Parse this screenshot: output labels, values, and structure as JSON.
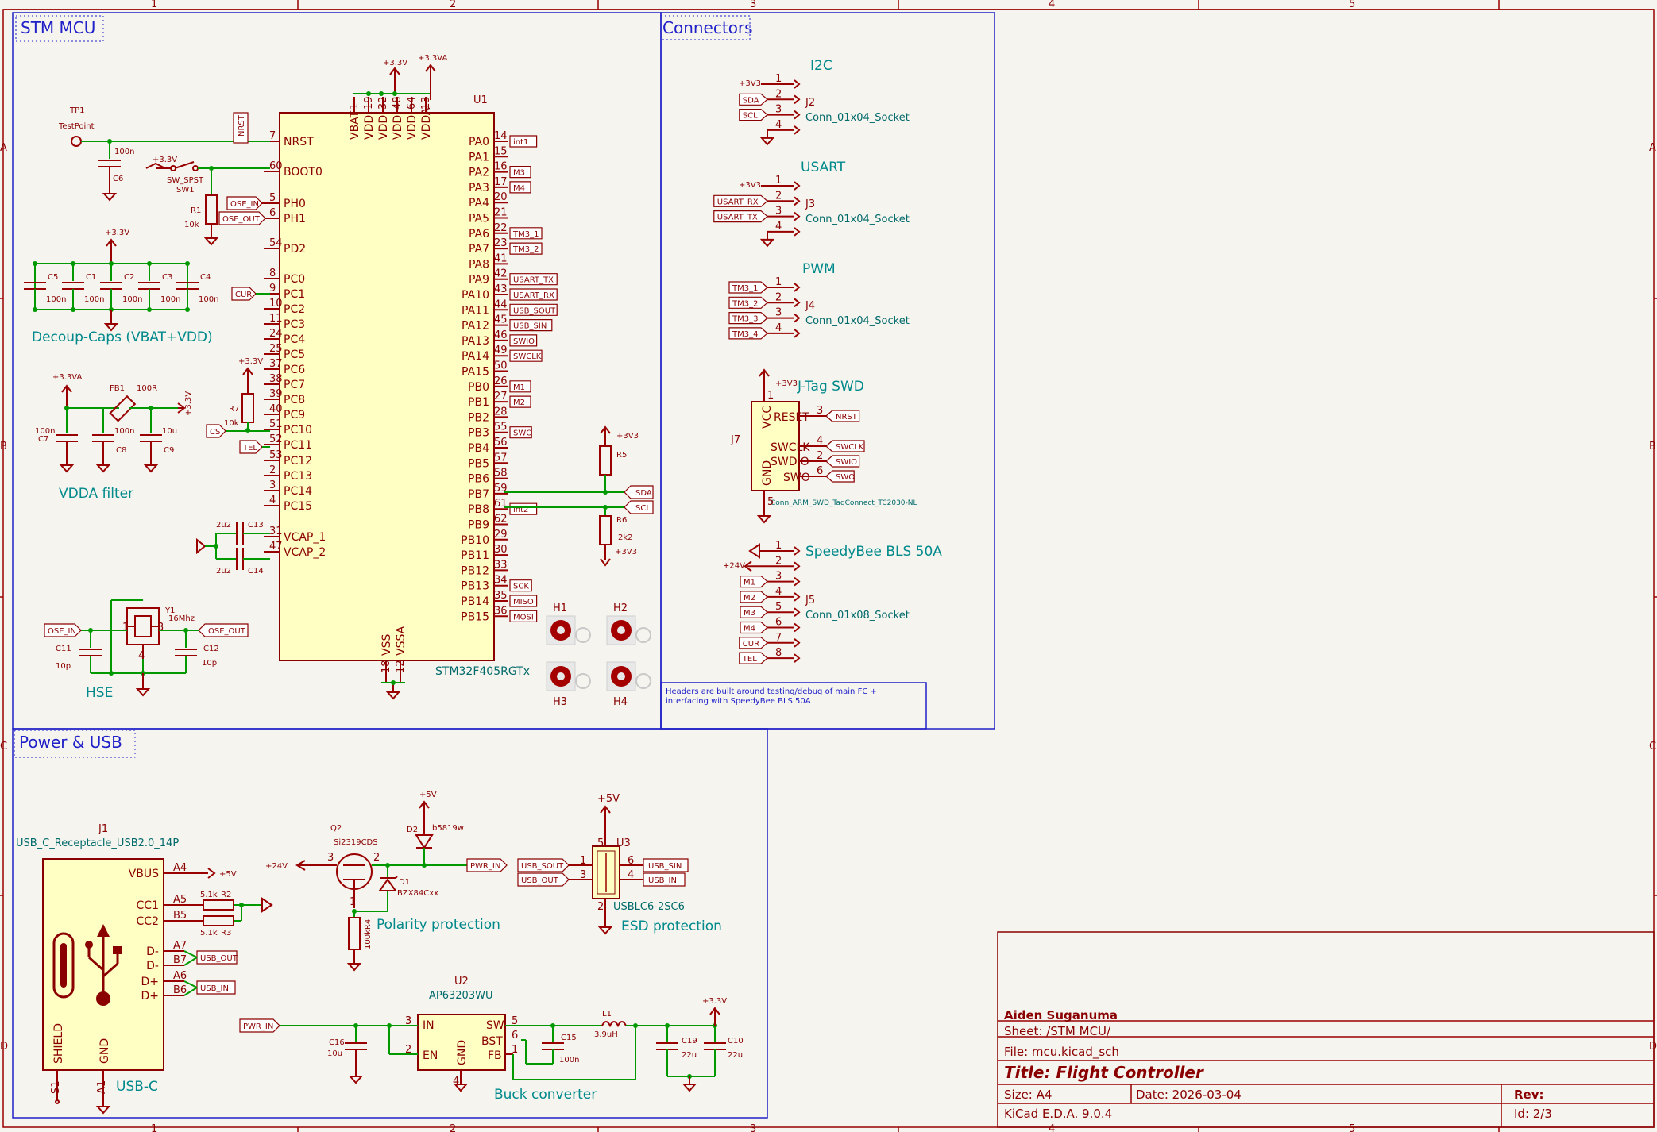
{
  "sheets": {
    "stm": "STM MCU",
    "conn": "Connectors",
    "power": "Power & USB"
  },
  "border": {
    "cols": [
      "1",
      "2",
      "3",
      "4",
      "5"
    ],
    "rows": [
      "A",
      "B",
      "C",
      "D"
    ]
  },
  "mcu": {
    "ref": "U1",
    "value": "STM32F405RGTx",
    "left_pins": [
      {
        "num": "7",
        "name": "NRST"
      },
      {
        "num": "60",
        "name": "BOOT0"
      },
      {
        "num": "5",
        "name": "PH0"
      },
      {
        "num": "6",
        "name": "PH1"
      },
      {
        "num": "54",
        "name": "PD2"
      },
      {
        "num": "8",
        "name": "PC0"
      },
      {
        "num": "9",
        "name": "PC1"
      },
      {
        "num": "10",
        "name": "PC2"
      },
      {
        "num": "11",
        "name": "PC3"
      },
      {
        "num": "24",
        "name": "PC4"
      },
      {
        "num": "25",
        "name": "PC5"
      },
      {
        "num": "37",
        "name": "PC6"
      },
      {
        "num": "38",
        "name": "PC7"
      },
      {
        "num": "39",
        "name": "PC8"
      },
      {
        "num": "40",
        "name": "PC9"
      },
      {
        "num": "51",
        "name": "PC10"
      },
      {
        "num": "52",
        "name": "PC11"
      },
      {
        "num": "53",
        "name": "PC12"
      },
      {
        "num": "2",
        "name": "PC13"
      },
      {
        "num": "3",
        "name": "PC14"
      },
      {
        "num": "4",
        "name": "PC15"
      },
      {
        "num": "31",
        "name": "VCAP_1"
      },
      {
        "num": "47",
        "name": "VCAP_2"
      }
    ],
    "right_pins": [
      {
        "num": "14",
        "name": "PA0",
        "net": "int1"
      },
      {
        "num": "15",
        "name": "PA1",
        "net": ""
      },
      {
        "num": "16",
        "name": "PA2",
        "net": "M3"
      },
      {
        "num": "17",
        "name": "PA3",
        "net": "M4"
      },
      {
        "num": "20",
        "name": "PA4",
        "net": ""
      },
      {
        "num": "21",
        "name": "PA5",
        "net": ""
      },
      {
        "num": "22",
        "name": "PA6",
        "net": "TM3_1"
      },
      {
        "num": "23",
        "name": "PA7",
        "net": "TM3_2"
      },
      {
        "num": "41",
        "name": "PA8",
        "net": ""
      },
      {
        "num": "42",
        "name": "PA9",
        "net": "USART_TX"
      },
      {
        "num": "43",
        "name": "PA10",
        "net": "USART_RX"
      },
      {
        "num": "44",
        "name": "PA11",
        "net": "USB_SOUT"
      },
      {
        "num": "45",
        "name": "PA12",
        "net": "USB_SIN"
      },
      {
        "num": "46",
        "name": "PA13",
        "net": "SWIO"
      },
      {
        "num": "49",
        "name": "PA14",
        "net": "SWCLK"
      },
      {
        "num": "50",
        "name": "PA15",
        "net": ""
      },
      {
        "num": "26",
        "name": "PB0",
        "net": "M1"
      },
      {
        "num": "27",
        "name": "PB1",
        "net": "M2"
      },
      {
        "num": "28",
        "name": "PB2",
        "net": ""
      },
      {
        "num": "55",
        "name": "PB3",
        "net": "SWO"
      },
      {
        "num": "56",
        "name": "PB4",
        "net": ""
      },
      {
        "num": "57",
        "name": "PB5",
        "net": ""
      },
      {
        "num": "58",
        "name": "PB6",
        "net": ""
      },
      {
        "num": "59",
        "name": "PB7",
        "net": ""
      },
      {
        "num": "61",
        "name": "PB8",
        "net": "int2"
      },
      {
        "num": "62",
        "name": "PB9",
        "net": ""
      },
      {
        "num": "29",
        "name": "PB10",
        "net": ""
      },
      {
        "num": "30",
        "name": "PB11",
        "net": ""
      },
      {
        "num": "33",
        "name": "PB12",
        "net": ""
      },
      {
        "num": "34",
        "name": "PB13",
        "net": "SCK"
      },
      {
        "num": "35",
        "name": "PB14",
        "net": "MISO"
      },
      {
        "num": "36",
        "name": "PB15",
        "net": "MOSI"
      }
    ],
    "top_pins": [
      {
        "num": "1",
        "name": "VBAT"
      },
      {
        "num": "19",
        "name": "VDD"
      },
      {
        "num": "32",
        "name": "VDD"
      },
      {
        "num": "48",
        "name": "VDD"
      },
      {
        "num": "64",
        "name": "VDD"
      },
      {
        "num": "13",
        "name": "VDDA"
      }
    ],
    "bottom_pins": [
      {
        "num": "18",
        "name": "VSS"
      },
      {
        "num": "12",
        "name": "VSSA"
      }
    ]
  },
  "stm_parts": {
    "tp1_ref": "TP1",
    "tp1_val": "TestPoint",
    "nrst_label": "NRST",
    "c6": {
      "ref": "C6",
      "val": "100n"
    },
    "sw1": {
      "ref": "SW1",
      "val": "SW_SPST"
    },
    "r1": {
      "ref": "R1",
      "val": "10k"
    },
    "ose_in": "OSE_IN",
    "ose_out": "OSE_OUT",
    "decoup_caps": [
      {
        "ref": "C5",
        "val": "100n"
      },
      {
        "ref": "C1",
        "val": "100n"
      },
      {
        "ref": "C2",
        "val": "100n"
      },
      {
        "ref": "C3",
        "val": "100n"
      },
      {
        "ref": "C4",
        "val": "100n"
      }
    ],
    "decoup_title": "Decoup-Caps (VBAT+VDD)",
    "vdda_title": "VDDA filter",
    "fb1": {
      "ref": "FB1",
      "val": "100R"
    },
    "c7": {
      "ref": "C7",
      "val": "100n"
    },
    "c8": {
      "ref": "C8",
      "val": "100n"
    },
    "c9": {
      "ref": "C9",
      "val": "10u"
    },
    "r7": {
      "ref": "R7",
      "val": "10k"
    },
    "cur": "CUR",
    "cs": "CS",
    "tel": "TEL",
    "c13": {
      "ref": "C13",
      "val": "2u2"
    },
    "c14": {
      "ref": "C14",
      "val": "2u2"
    },
    "y1": {
      "ref": "Y1",
      "val": "16Mhz"
    },
    "c11": {
      "ref": "C11",
      "val": "10p"
    },
    "c12": {
      "ref": "C12",
      "val": "10p"
    },
    "hse_title": "HSE",
    "r5": {
      "ref": "R5",
      "val": ""
    },
    "r6": {
      "ref": "R6",
      "val": "2k2"
    },
    "sda": "SDA",
    "scl": "SCL",
    "holes": [
      "H1",
      "H2",
      "H3",
      "H4"
    ],
    "p33": "+3.3V",
    "p33a": "+3.3VA",
    "p3v3": "+3V3"
  },
  "connectors": {
    "j2": {
      "title": "I2C",
      "ref": "J2",
      "val": "Conn_01x04_Socket",
      "pins": [
        "+3V3",
        "SDA",
        "SCL",
        ""
      ]
    },
    "j3": {
      "title": "USART",
      "ref": "J3",
      "val": "Conn_01x04_Socket",
      "pins": [
        "+3V3",
        "USART_RX",
        "USART_TX",
        ""
      ]
    },
    "j4": {
      "title": "PWM",
      "ref": "J4",
      "val": "Conn_01x04_Socket",
      "pins": [
        "TM3_1",
        "TM3_2",
        "TM3_3",
        "TM3_4"
      ]
    },
    "j7": {
      "title": "J-Tag SWD",
      "ref": "J7",
      "val": "Conn_ARM_SWD_TagConnect_TC2030-NL",
      "vcc": "VCC",
      "gnd": "GND",
      "reset": "RESET",
      "swclk": "SWCLK",
      "swdio": "SWDIO",
      "swo": "SWO",
      "nets": [
        "NRST",
        "SWCLK",
        "SWIO",
        "SWO"
      ]
    },
    "j5": {
      "title": "SpeedyBee BLS 50A",
      "ref": "J5",
      "val": "Conn_01x08_Socket",
      "pins": [
        "",
        "+24V",
        "M1",
        "M2",
        "M3",
        "M4",
        "CUR",
        "TEL"
      ]
    },
    "note1": "Headers are built around testing/debug of main FC +",
    "note2": "interfacing with SpeedyBee BLS 50A"
  },
  "power": {
    "j1": {
      "ref": "J1",
      "val": "USB_C_Receptacle_USB2.0_14P",
      "title": "USB-C",
      "pins": [
        {
          "num": "A4",
          "name": "VBUS"
        },
        {
          "num": "A5",
          "name": "CC1"
        },
        {
          "num": "B5",
          "name": "CC2"
        },
        {
          "num": "A7",
          "name": "D-"
        },
        {
          "num": "B7",
          "name": "D-"
        },
        {
          "num": "A6",
          "name": "D+"
        },
        {
          "num": "B6",
          "name": "D+"
        }
      ],
      "shield": "SHIELD",
      "gnd": "GND",
      "s1": "S1",
      "a1": "A1"
    },
    "r2": {
      "ref": "R2",
      "val": "5.1k"
    },
    "r3": {
      "ref": "R3",
      "val": "5.1k"
    },
    "p5v": "+5V",
    "p24v": "+24V",
    "q2": {
      "ref": "Q2",
      "val": "Si2319CDS"
    },
    "d2": {
      "ref": "D2",
      "val": "b5819w"
    },
    "d1": {
      "ref": "D1",
      "val": "BZX84Cxx"
    },
    "r4": {
      "ref": "R4",
      "val": "100k"
    },
    "polarity": "Polarity protection",
    "pwr_in": "PWR_IN",
    "usb_sout": "USB_SOUT",
    "usb_out": "USB_OUT",
    "usb_sin": "USB_SIN",
    "usb_in": "USB_IN",
    "u3": {
      "ref": "U3",
      "val": "USBLC6-2SC6"
    },
    "esd": "ESD protection",
    "u2": {
      "ref": "U2",
      "val": "AP63203WU",
      "in": "IN",
      "en": "EN",
      "gnd": "GND",
      "sw": "SW",
      "bst": "BST",
      "fb": "FB"
    },
    "c16": {
      "ref": "C16",
      "val": "10u"
    },
    "c15": {
      "ref": "C15",
      "val": "100n"
    },
    "l1": {
      "ref": "L1",
      "val": "3.9uH"
    },
    "c19": {
      "ref": "C19",
      "val": "22u"
    },
    "c10": {
      "ref": "C10",
      "val": "22u"
    },
    "buck": "Buck converter",
    "p33": "+3.3V"
  },
  "title_block": {
    "author": "Aiden Suganuma",
    "sheet": "Sheet: /STM MCU/",
    "file": "File: mcu.kicad_sch",
    "title": "Title: Flight Controller",
    "size": "Size: A4",
    "date": "Date: 2026-03-04",
    "rev": "Rev:",
    "tool": "KiCad E.D.A. 9.0.4",
    "id": "Id: 2/3"
  }
}
